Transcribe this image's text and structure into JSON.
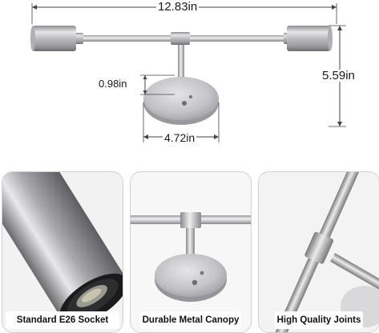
{
  "dimensions": {
    "width": "12.83in",
    "height": "5.59in",
    "arm": "0.98in",
    "canopy": "4.72in"
  },
  "panels": [
    {
      "caption": "Standard E26 Socket"
    },
    {
      "caption": "Durable Metal Canopy"
    },
    {
      "caption": "High Quality Joints"
    }
  ],
  "colors": {
    "metal": "#c9c9cb",
    "metal_dark": "#8f8f93",
    "line": "#444444",
    "border": "#cfcfcf"
  }
}
